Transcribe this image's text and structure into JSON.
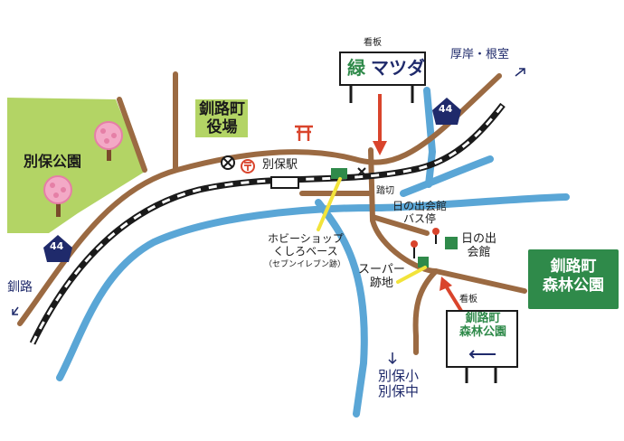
{
  "labels": {
    "park": "別保公園",
    "town_office": "釧路町\n役場",
    "station": "別保駅",
    "crossing": "踏切",
    "hobby_shop": "ホビーショップ\nくしろベース",
    "hobby_shop_note": "（セブンイレブン跡）",
    "hinode_bus": "日の出会館\nバス停",
    "hinode_hall": "日の出\n会館",
    "super_site": "スーパー\n跡地",
    "signboard_top": "看板",
    "signboard_bottom": "看板",
    "matsuda_prefix": "緑",
    "matsuda_name": "マツダ",
    "akkeshi": "厚岸・根室",
    "kushiro": "釧路",
    "school": "別保小\n別保中",
    "forest_park": "釧路町\n森林公園",
    "sign_forest_park": "釧路町\n森林公園",
    "route_44_a": "44",
    "route_44_b": "44"
  },
  "colors": {
    "road": "#9b6a42",
    "river": "#5aa6d6",
    "park": "#b3d465",
    "railway": "#1a1a1a",
    "arrow": "#d9442c",
    "highlight": "#f2e33a",
    "green_box": "#2f8a4a",
    "navy": "#1f2a6b"
  },
  "icons": [
    "cherry-tree-icon",
    "torii-icon",
    "post-office-icon",
    "town-office-icon",
    "bus-stop-icon",
    "route-shield-icon"
  ]
}
